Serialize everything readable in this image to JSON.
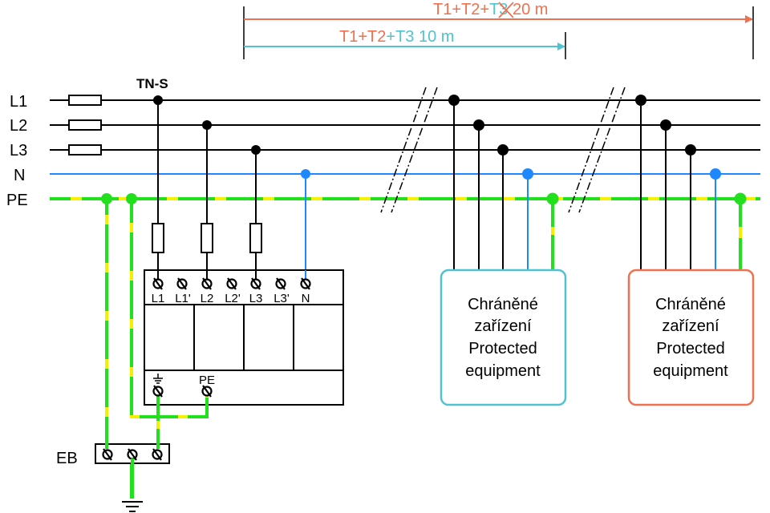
{
  "colors": {
    "phase": "#000000",
    "neutral": "#1e88ff",
    "pe_green": "#22e01e",
    "pe_yellow": "#f5f000",
    "orange": "#f0714f",
    "teal": "#4fc3cf"
  },
  "lines": {
    "L1": "L1",
    "L2": "L2",
    "L3": "L3",
    "N": "N",
    "PE": "PE"
  },
  "system_label": "TN-S",
  "dimension_long": {
    "t1": "T1",
    "plus1": "+",
    "t2": "T2",
    "plus2": "+",
    "t3": "T3",
    "distance": " 20 m"
  },
  "dimension_short": {
    "t1": "T1",
    "plus1": "+",
    "t2": "T2",
    "plus2": "+",
    "t3": "T3",
    "distance": " 10 m"
  },
  "spd": {
    "terminals": [
      "L1",
      "L1'",
      "L2",
      "L2'",
      "L3",
      "L3'",
      "N"
    ],
    "pe_label": "PE"
  },
  "eb_label": "EB",
  "equipment": [
    {
      "line1": "Chráněné",
      "line2": "zařízení",
      "line3": "Protected",
      "line4": "equipment"
    },
    {
      "line1": "Chráněné",
      "line2": "zařízení",
      "line3": "Protected",
      "line4": "equipment"
    }
  ]
}
